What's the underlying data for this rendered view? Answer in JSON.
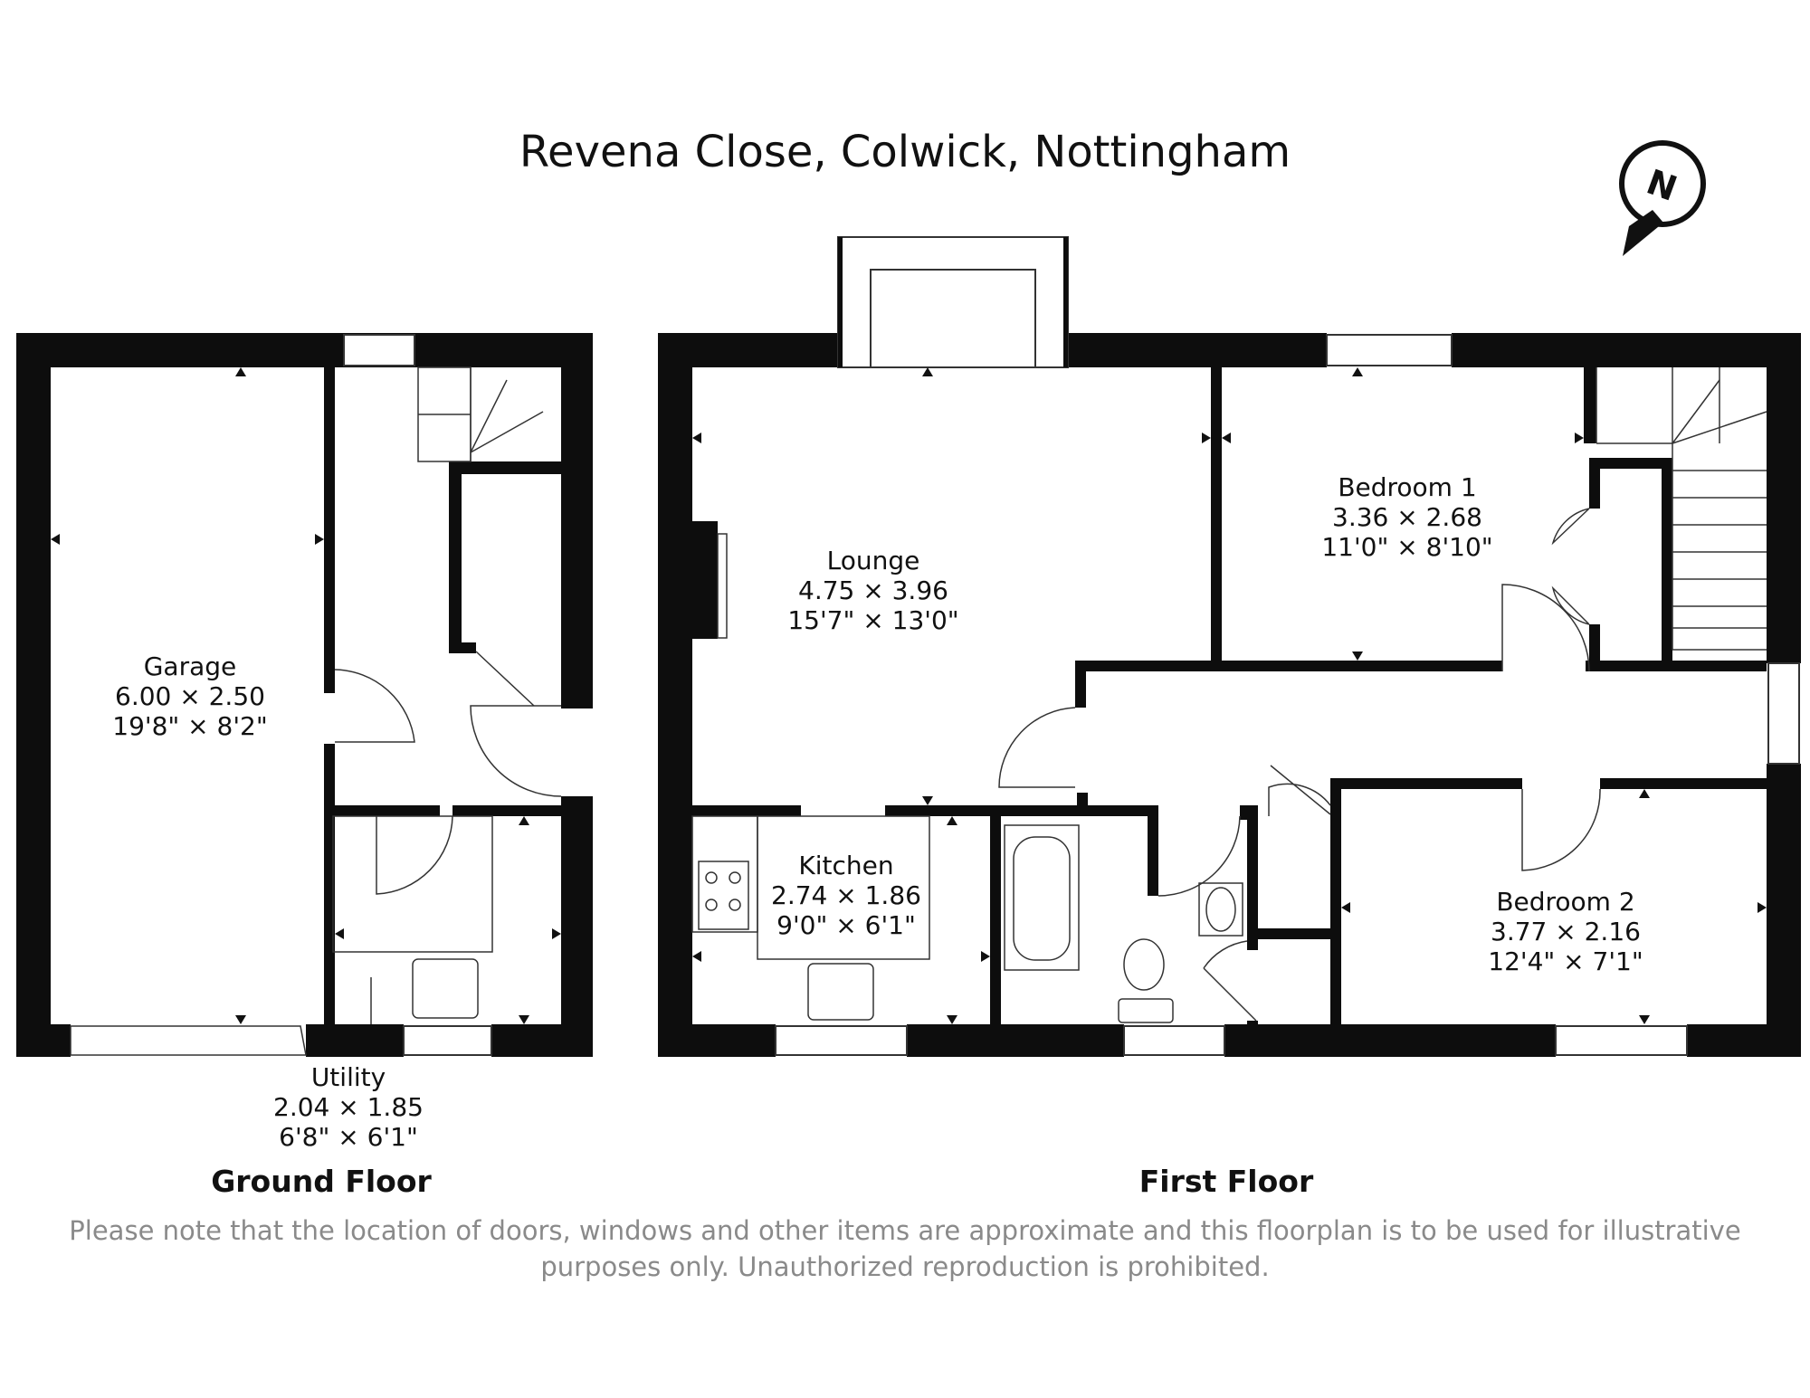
{
  "title": "Revena Close, Colwick, Nottingham",
  "compass": {
    "letter": "N"
  },
  "floors": {
    "ground": {
      "label": "Ground Floor",
      "rooms": {
        "garage": {
          "name": "Garage",
          "metric": "6.00 × 2.50",
          "imperial": "19'8\" × 8'2\""
        },
        "utility": {
          "name": "Utility",
          "metric": "2.04 × 1.85",
          "imperial": "6'8\" × 6'1\""
        }
      }
    },
    "first": {
      "label": "First Floor",
      "rooms": {
        "lounge": {
          "name": "Lounge",
          "metric": "4.75 × 3.96",
          "imperial": "15'7\" × 13'0\""
        },
        "kitchen": {
          "name": "Kitchen",
          "metric": "2.74 × 1.86",
          "imperial": "9'0\" × 6'1\""
        },
        "bedroom1": {
          "name": "Bedroom 1",
          "metric": "3.36 × 2.68",
          "imperial": "11'0\" × 8'10\""
        },
        "bedroom2": {
          "name": "Bedroom 2",
          "metric": "3.77 × 2.16",
          "imperial": "12'4\" × 7'1\""
        }
      }
    }
  },
  "disclaimer": {
    "line1": "Please note that the location of doors, windows and other items are approximate and this floorplan is to be used for illustrative",
    "line2": "purposes only. Unauthorized reproduction is prohibited."
  }
}
